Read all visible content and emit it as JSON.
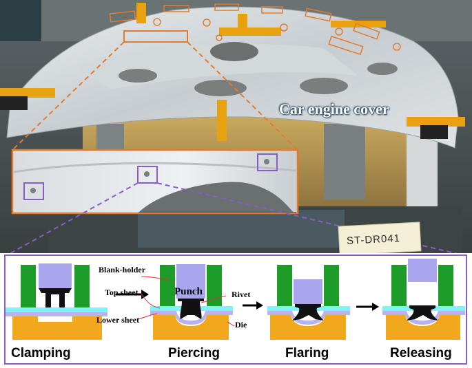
{
  "photo": {
    "callout_label": "Car engine cover",
    "plate_text": "ST-DR041",
    "accent_orange": "#e57a2b",
    "accent_purple": "#8a5cc8"
  },
  "process": {
    "steps": [
      {
        "label": "Clamping"
      },
      {
        "label": "Piercing"
      },
      {
        "label": "Flaring"
      },
      {
        "label": "Releasing"
      }
    ],
    "parts": {
      "blank_holder": "Blank-holder",
      "top_sheet": "Top sheet",
      "lower_sheet": "Lower sheet",
      "punch": "Punch",
      "rivet": "Rivet",
      "die": "Die"
    },
    "colors": {
      "blank_holder": "#1d9c2a",
      "punch": "#a9a6ee",
      "top_sheet": "#7df3f8",
      "lower_sheet": "#b8b2ee",
      "die": "#f2a81c",
      "rivet": "#111111",
      "leader": "#e03030"
    }
  }
}
